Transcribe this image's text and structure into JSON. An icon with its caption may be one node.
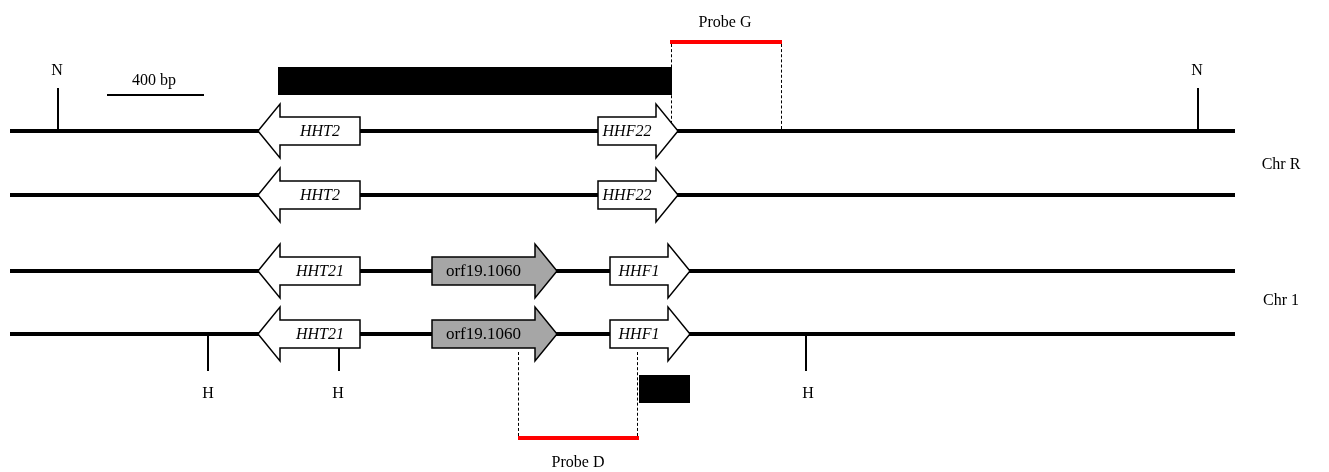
{
  "diagram": {
    "nodes": [
      {
        "text": [],
        "shape": "bar"
      },
      {
        "text": [
          "HHT2"
        ]
      },
      {
        "text": [
          "HHF22"
        ]
      },
      {
        "text": [
          "HHT2"
        ]
      },
      {
        "text": [
          "HHF22"
        ]
      },
      {
        "text": [
          "HHT21"
        ]
      },
      {
        "text": [
          "orf19.1060"
        ]
      },
      {
        "text": [
          "HHF1"
        ]
      },
      {
        "text": [
          "HHT21"
        ]
      },
      {
        "text": [
          "orf19.1060"
        ]
      },
      {
        "text": [
          "HHF1"
        ]
      },
      {
        "text": [],
        "shape": "bar"
      }
    ],
    "labels": [
      "Probe G",
      "N",
      "400 bp",
      "N",
      "Chr R",
      "Chr 1",
      "H",
      "H",
      "H",
      "Probe D"
    ]
  }
}
